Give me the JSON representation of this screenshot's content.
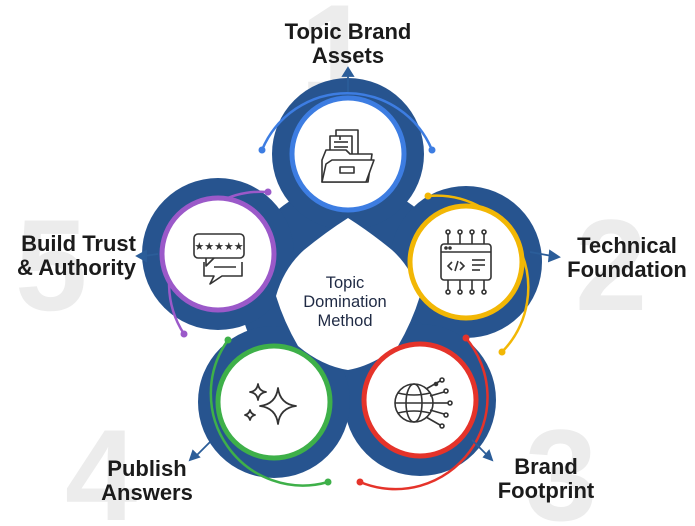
{
  "center": {
    "line1": "Topic",
    "line2": "Domination",
    "line3": "Method"
  },
  "steps": [
    {
      "number": "1",
      "title_line1": "Topic Brand",
      "title_line2": "Assets",
      "color": "#3d7de2",
      "icon": "folder-documents-icon"
    },
    {
      "number": "2",
      "title_line1": "Technical",
      "title_line2": "Foundation",
      "color": "#f2b705",
      "icon": "code-window-icon"
    },
    {
      "number": "3",
      "title_line1": "Brand",
      "title_line2": "Footprint",
      "color": "#e5332a",
      "icon": "globe-network-icon"
    },
    {
      "number": "4",
      "title_line1": "Publish",
      "title_line2": "Answers",
      "color": "#3eb049",
      "icon": "sparkles-icon"
    },
    {
      "number": "5",
      "title_line1": "Build Trust",
      "title_line2": "& Authority",
      "color": "#9b59c9",
      "icon": "review-stars-chat-icon"
    }
  ],
  "colors": {
    "ring": "#27548f",
    "arrow": "#2b5d99",
    "watermark_number": "#ececec"
  }
}
